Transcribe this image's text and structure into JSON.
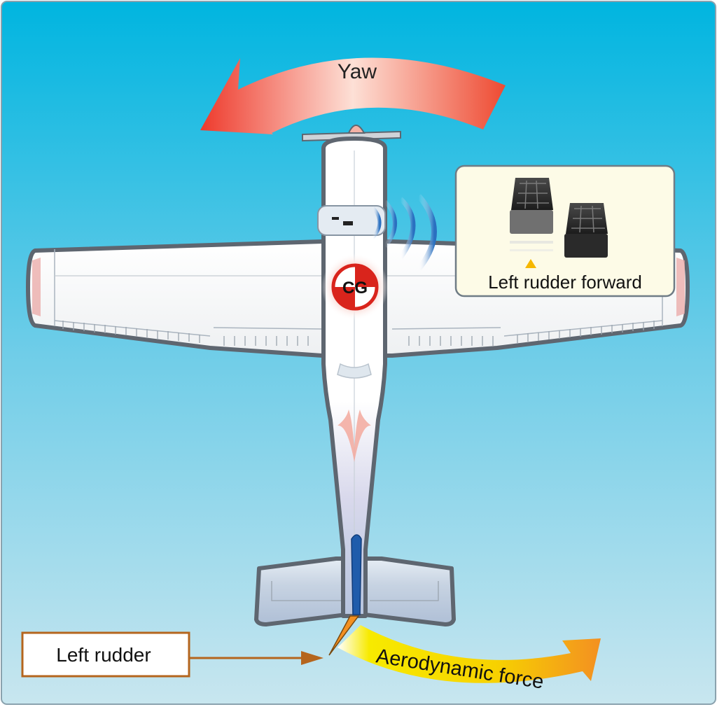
{
  "labels": {
    "yaw": "Yaw",
    "cg": "CG",
    "pedals_caption": "Left rudder forward",
    "left_rudder": "Left rudder",
    "aero_force": "Aerodynamic force"
  },
  "colors": {
    "sky_top": "#00b5e0",
    "sky_bottom": "#c8e6ef",
    "yaw_arrow": "#ee3a2c",
    "aero_arrow": "#f7df00",
    "aero_arrow_end": "#f39021",
    "callout_box": "#b5651d",
    "airframe_outline": "#5e6670",
    "cg_red": "#d9241c",
    "pedal_indicator": "#f6b700"
  }
}
